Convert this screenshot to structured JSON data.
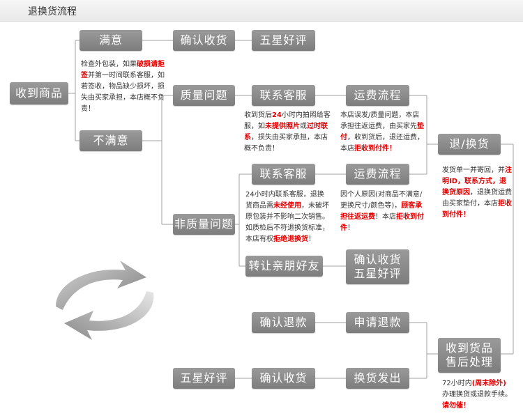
{
  "header": {
    "title": "退换货流程"
  },
  "nodes": {
    "received": "收到商品",
    "satisfied": "满意",
    "unsatisfied": "不满意",
    "confirm_receipt_top": "确认收货",
    "five_star_top": "五星好评",
    "quality_issue": "质量问题",
    "contact_cs_1": "联系客服",
    "shipping_flow_1": "运费流程",
    "return_exchange": "退/换货",
    "contact_cs_2": "联系客服",
    "shipping_flow_2": "运费流程",
    "non_quality_issue": "非质量问题",
    "transfer_friends": "转让亲朋好友",
    "confirm_receipt_five_star": [
      "确认收货",
      "五星好评"
    ],
    "confirm_refund": "确认退款",
    "apply_refund": "申请退款",
    "received_after_sale": [
      "收到货品",
      "售后处理"
    ],
    "five_star_bottom": "五星好评",
    "confirm_receipt_bottom": "确认收货",
    "exchange_shipped": "换货发出"
  },
  "notes": {
    "inspect": [
      {
        "t": "检查外包装，如果"
      },
      {
        "t": "破损",
        "r": true
      },
      {
        "t": "请拒签",
        "r": true
      },
      {
        "t": "并第一时间联系客服，如若签收，物品缺少损坏，损失由买家承担，本店概不负责！"
      }
    ],
    "contact_24h": [
      {
        "t": "收到货后"
      },
      {
        "t": "24",
        "r": true
      },
      {
        "t": "小时内拍照给客服，如"
      },
      {
        "t": "未提供照片",
        "r": true
      },
      {
        "t": "或"
      },
      {
        "t": "过时联系",
        "r": true
      },
      {
        "t": "，损失由买家承担，本店概不负责！"
      }
    ],
    "shipping_quality": [
      {
        "t": "本店误发/质量问题，本店承担往返运费，由买家先"
      },
      {
        "t": "垫付",
        "r": true
      },
      {
        "t": "，收到货后，退还运费，本店"
      },
      {
        "t": "拒收到付件！",
        "r": true
      }
    ],
    "return_note": [
      {
        "t": "发货单一并寄回，并"
      },
      {
        "t": "注明ID，联系方式，退换货原因",
        "r": true
      },
      {
        "t": "，退换货运费由买家垫付，本店"
      },
      {
        "t": "拒收到付件！",
        "r": true
      }
    ],
    "non_quality_24h": [
      {
        "t": "24小时内联系客服，退换货商品需"
      },
      {
        "t": "未经使用",
        "r": true
      },
      {
        "t": "，未破坏原包装并不影响二次销售。如质检后不符退换货标准，本店有权"
      },
      {
        "t": "拒绝退换货",
        "r": true
      },
      {
        "t": "！"
      }
    ],
    "shipping_personal": [
      {
        "t": "因个人原因(对商品不满意/更换尺寸/颜色等)，"
      },
      {
        "t": "顾客承担往返运费",
        "r": true
      },
      {
        "t": "！本店"
      },
      {
        "t": "拒收到付件",
        "r": true
      },
      {
        "t": "！"
      }
    ],
    "after_sale": [
      {
        "t": "72小时内"
      },
      {
        "t": "(周末除外)",
        "r": true
      },
      {
        "t": "办理换货或退款手续。"
      },
      {
        "t": "请勿催！",
        "r": true
      }
    ]
  },
  "colors": {
    "box": "#8c8c8c",
    "line": "#a0a0a0",
    "accent": "#e00000"
  }
}
